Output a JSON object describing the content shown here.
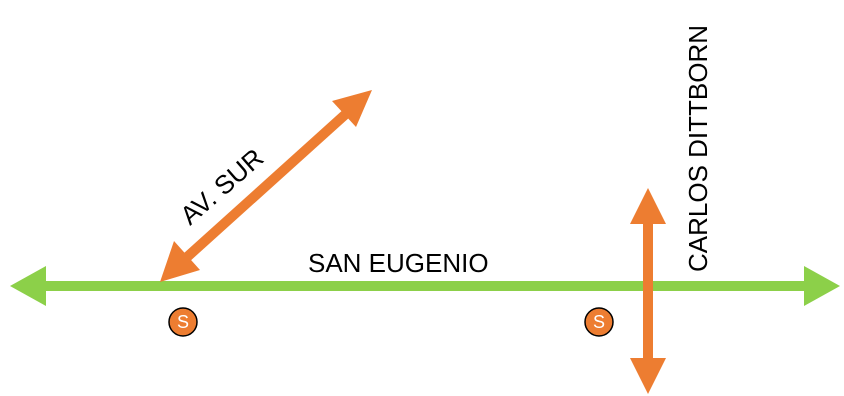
{
  "streets": {
    "san_eugenio": {
      "label": "SAN EUGENIO",
      "color": "#8cd049",
      "direction": "two-way"
    },
    "av_sur": {
      "label": "AV. SUR",
      "color": "#ed7d31",
      "direction": "two-way"
    },
    "carlos_dittborn": {
      "label": "CARLOS DITTBORN",
      "color": "#ed7d31",
      "direction": "two-way"
    }
  },
  "stations": [
    {
      "label": "S",
      "fill": "#ed7d31",
      "stroke": "#000000"
    },
    {
      "label": "S",
      "fill": "#ed7d31",
      "stroke": "#000000"
    }
  ]
}
